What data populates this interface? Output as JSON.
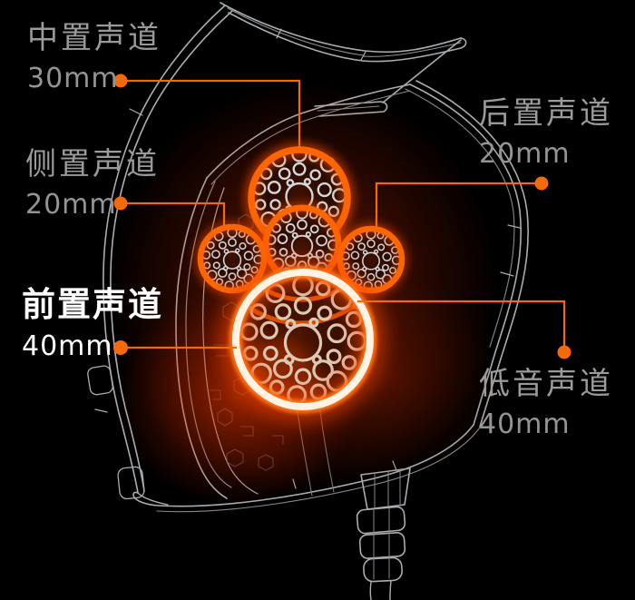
{
  "diagram": {
    "subject": "gaming-headset-earcup-driver-layout",
    "background": "#000000"
  },
  "annotations": [
    {
      "id": "center",
      "label": "中置声道",
      "size": "30mm",
      "highlight": false
    },
    {
      "id": "side",
      "label": "侧置声道",
      "size": "20mm",
      "highlight": false
    },
    {
      "id": "front",
      "label": "前置声道",
      "size": "40mm",
      "highlight": true
    },
    {
      "id": "rear",
      "label": "后置声道",
      "size": "20mm",
      "highlight": false
    },
    {
      "id": "bass",
      "label": "低音声道",
      "size": "40mm",
      "highlight": false
    }
  ],
  "colors": {
    "accent_orange": "#f46a08",
    "driver_ring": "#fb6502",
    "front_ring": "#fff3e4",
    "label_gray": "#9a9a9a",
    "label_highlight": "#ffffff",
    "line_art_gray": "#a9adb0"
  }
}
